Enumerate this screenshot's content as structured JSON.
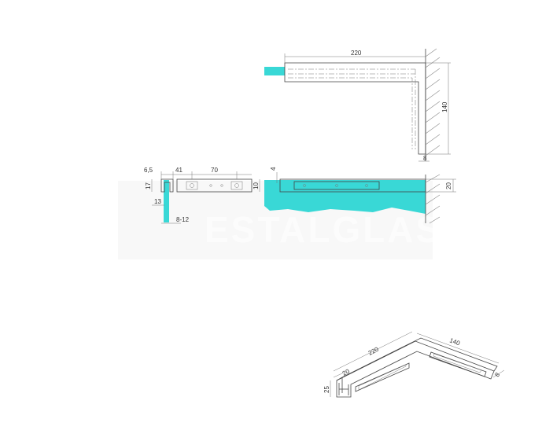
{
  "drawing": {
    "dimensions": {
      "top_view_length": "220",
      "top_view_height": "140",
      "top_view_thickness": "8",
      "side_a": "6,5",
      "side_b": "41",
      "side_c": "70",
      "side_height": "17",
      "side_glass_depth": "13",
      "side_glass_range": "8-12",
      "front_height": "10",
      "front_offset": "4",
      "wall_depth": "20",
      "iso_long": "220",
      "iso_short": "140",
      "iso_width": "20",
      "iso_height": "25",
      "iso_thickness": "8"
    },
    "watermark": "ESTALGLASS",
    "colors": {
      "glass": "#39d8d6",
      "line": "#444444",
      "wall_hatch": "#888888",
      "background": "#ffffff"
    }
  }
}
